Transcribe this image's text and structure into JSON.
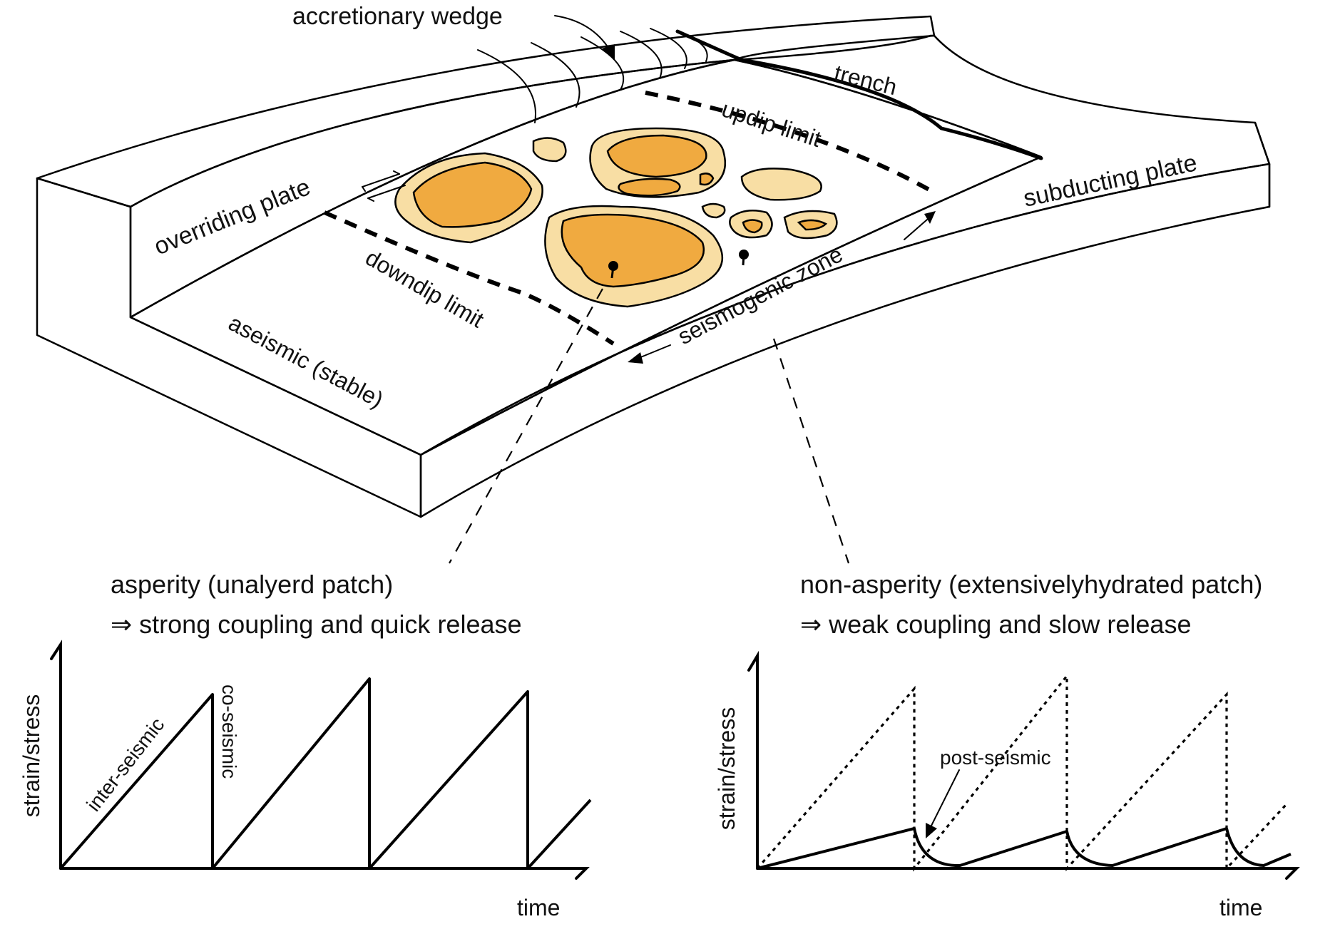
{
  "colors": {
    "fault_plane": "#fdfbea",
    "patch_light": "#f8dea4",
    "patch_dark": "#f0aa40",
    "line": "#000000",
    "background": "#ffffff"
  },
  "block_diagram": {
    "labels": {
      "accretionary_wedge": "accretionary wedge",
      "trench": "trench",
      "updip_limit": "updip limit",
      "subducting_plate": "subducting plate",
      "overriding_plate": "overriding plate",
      "downdip_limit": "downdip limit",
      "seismogenic_zone": "seismogenic zone",
      "aseismic": "aseismic (stable)"
    }
  },
  "panels": {
    "asperity": {
      "title": "asperity (unalyerd patch)",
      "subtitle": "⇒ strong coupling and quick release",
      "ylabel": "strain/stress",
      "xlabel": "time",
      "annotations": {
        "inter_seismic": "inter-seismic",
        "co_seismic": "co-seismic"
      }
    },
    "non_asperity": {
      "title": "non-asperity (extensivelyhydrated patch)",
      "subtitle": "⇒ weak coupling and slow release",
      "ylabel": "strain/stress",
      "xlabel": "time",
      "annotations": {
        "post_seismic": "post-seismic"
      }
    }
  }
}
